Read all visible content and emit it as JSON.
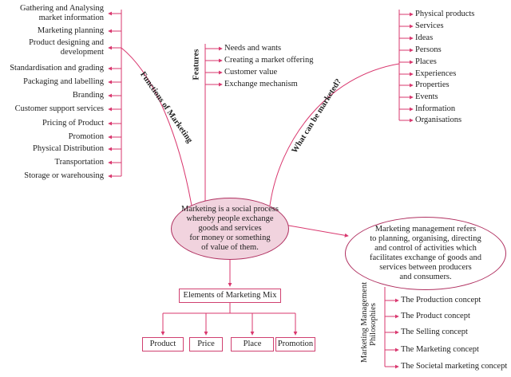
{
  "center": {
    "text": "Marketing is a social process whereby people exchange goods and services for money or something of value of them.",
    "lines": [
      "Marketing is a social process",
      "whereby people exchange",
      "goods and services",
      "for money or something",
      "of value of them."
    ]
  },
  "functions": {
    "label": "Functions of Marketing",
    "items": [
      [
        "Gathering and Analysing",
        "market information"
      ],
      [
        "Marketing planning"
      ],
      [
        "Product designing and",
        "development"
      ],
      [
        "Standardisation and grading"
      ],
      [
        "Packaging and labelling"
      ],
      [
        "Branding"
      ],
      [
        "Customer support services"
      ],
      [
        "Pricing of Product"
      ],
      [
        "Promotion"
      ],
      [
        "Physical Distribution"
      ],
      [
        "Transportation"
      ],
      [
        "Storage or warehousing"
      ]
    ]
  },
  "features": {
    "label": "Features",
    "items": [
      "Needs and wants",
      "Creating a market offering",
      "Customer value",
      "Exchange mechanism"
    ]
  },
  "marketed": {
    "label": "What can be marketed?",
    "items": [
      "Physical products",
      "Services",
      "Ideas",
      "Persons",
      "Places",
      "Experiences",
      "Properties",
      "Events",
      "Information",
      "Organisations"
    ]
  },
  "management": {
    "lines": [
      "Marketing management refers",
      "to planning, organising, directing",
      "and control of activities which",
      "facilitates exchange of goods and",
      "services between producers",
      "and consumers."
    ]
  },
  "philosophies": {
    "label_lines": [
      "Marketing Management",
      "Philosophies"
    ],
    "items": [
      "The Production concept",
      "The Product concept",
      "The Selling concept",
      "The Marketing concept",
      "The Societal marketing concept"
    ]
  },
  "mix": {
    "label": "Elements of Marketing Mix",
    "items": [
      "Product",
      "Price",
      "Place",
      "Promotion"
    ]
  },
  "colors": {
    "connector": "#d9376e",
    "ellipse_fill": "#f1d3de"
  }
}
